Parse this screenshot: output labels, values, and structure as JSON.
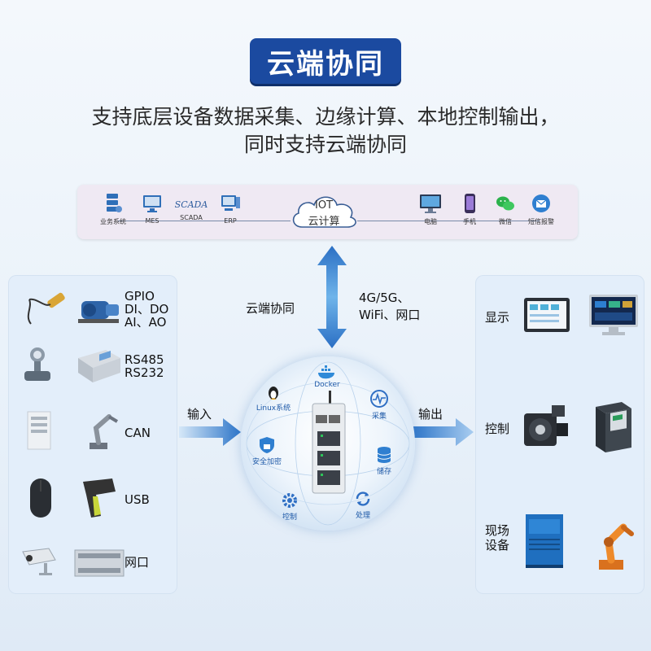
{
  "header": {
    "title": "云端协同",
    "subtitle_line1": "支持底层设备数据采集、边缘计算、本地控制输出，",
    "subtitle_line2": "同时支持云端协同"
  },
  "cloud_bar": {
    "left_items": [
      "业务系统",
      "MES",
      "SCADA",
      "ERP"
    ],
    "scada_logo": "SCADA",
    "iot_line1": "IOT",
    "iot_line2": "云计算",
    "right_items": [
      "电脑",
      "手机",
      "微信",
      "短信报警"
    ]
  },
  "middle": {
    "cloud_sync_label": "云端协同",
    "network_line1": "4G/5G、",
    "network_line2": "WiFi、网口",
    "input_label": "输入",
    "output_label": "输出",
    "features": [
      "Linux系统",
      "Docker",
      "采集",
      "安全加密",
      "储存",
      "控制",
      "处理"
    ]
  },
  "inputs": [
    {
      "line1": "GPIO",
      "line2": "DI、DO",
      "line3": "AI、AO"
    },
    {
      "line1": "RS485",
      "line2": "RS232"
    },
    {
      "line1": "CAN"
    },
    {
      "line1": "USB"
    },
    {
      "line1": "网口"
    }
  ],
  "outputs": [
    {
      "line1": "显示"
    },
    {
      "line1": "控制"
    },
    {
      "line1": "现场",
      "line2": "设备"
    }
  ],
  "colors": {
    "title_bg": "#1b4aa0",
    "accent_blue": "#2f7fd0",
    "panel_bg": "#e3eefa",
    "cloud_bar_bg": "#efe9f3"
  }
}
